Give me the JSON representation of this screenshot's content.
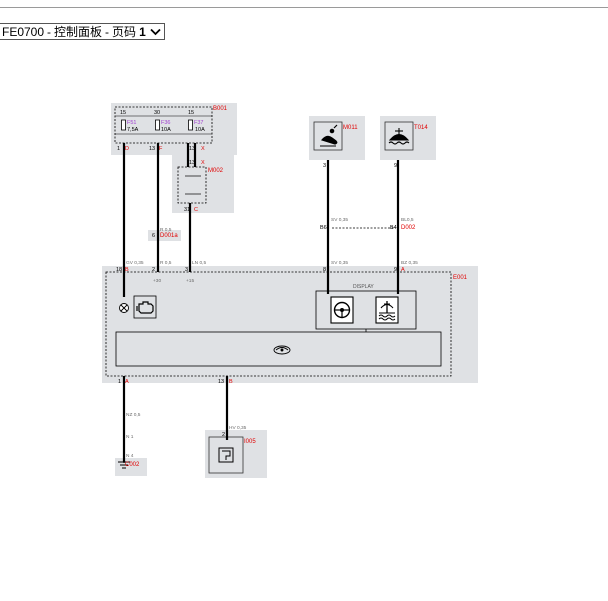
{
  "selector": {
    "code": "FE0700",
    "separator": "-",
    "title": "控制面板",
    "page_prefix": "页码",
    "page_number": "1",
    "icon": "chevron-down-icon"
  },
  "components": {
    "fusebox": "B001",
    "fuse1_terminal": "15",
    "fuse1_name": "F51",
    "fuse1_rating": "7,5A",
    "fuse2_terminal": "30",
    "fuse2_name": "F36",
    "fuse2_rating": "10A",
    "fuse3_terminal": "15",
    "fuse3_name": "F37",
    "fuse3_rating": "10A",
    "relay": "M002",
    "sensor_m011": "M011",
    "sensor_t014": "T014",
    "connector_b": "D002",
    "connector_d001a": "D001a",
    "panel": "E001",
    "panel_display": "DISPLAY",
    "ground": "C002",
    "light_sensor": "I005"
  },
  "pins": {
    "fb_out1_num": "1",
    "fb_out1_let": "D",
    "fb_out2_num": "13",
    "fb_out2_let": "F",
    "fb_out3_num": "13",
    "fb_out3_let": "X",
    "relay_in_num": "13",
    "relay_in_let": "X",
    "relay_out_num": "31",
    "relay_out_let": "C",
    "m011_pin": "3",
    "t014_pin": "9",
    "b_left_pin": "B6",
    "b_right_pin": "B4",
    "d001a_num": "6",
    "e001_p1_num": "18",
    "e001_p1_let": "B",
    "e001_p2_num": "2",
    "e001_p3_num": "3",
    "e001_p4_num": "8",
    "e001_p5_num": "9",
    "e001_p5_let": "A",
    "e001_b1_num": "1",
    "e001_b1_let": "A",
    "e001_b2_num": "13",
    "e001_b2_let": "B",
    "i005_pin": "2"
  },
  "wires": {
    "w_gv": "GV 0,35",
    "w_r05_upper": "R 0,5",
    "w_r05_lower": "R 0,5",
    "w_ln": "LN 0,5",
    "w_sv_upper": "SV 0,35",
    "w_bl": "BL0,5",
    "w_sv_lower": "SV 0,35",
    "w_bz": "BZ 0,35",
    "w_nz": "NZ 0,5",
    "w_n1": "N 1",
    "w_n4": "N 4",
    "w_hv": "HV 0,35",
    "sig_30": "+30",
    "sig_15": "+15"
  },
  "icons": {
    "warning_lamp": "warning-lamp-icon",
    "engine": "engine-warning-icon",
    "steering": "steering-wheel-icon",
    "coolant": "coolant-temperature-icon",
    "gauge": "gauge-icon",
    "oil_sensor": "oil-level-sensor-icon",
    "coolant_sensor": "coolant-sensor-icon",
    "light_sensor": "light-sensor-icon",
    "ground": "ground-icon"
  },
  "colors": {
    "box_fill": "#dfe1e4",
    "wire": "#000000",
    "component_label": "#e00000",
    "fuse_name": "#a040d0",
    "wire_label": "#6a6a6a"
  }
}
